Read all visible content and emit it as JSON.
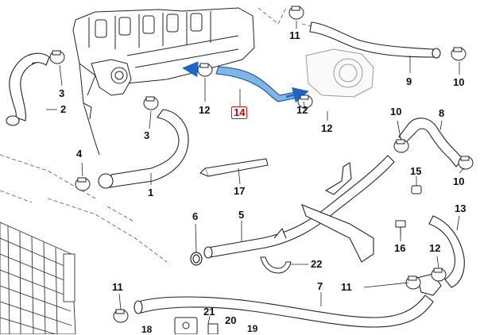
{
  "diagram": {
    "highlight_color": "#d11",
    "flow_arrow_color": "#1a67c6",
    "highlighted_part": "14",
    "callouts": [
      {
        "id": "c2",
        "label": "2"
      },
      {
        "id": "c3a",
        "label": "3"
      },
      {
        "id": "c3b",
        "label": "3"
      },
      {
        "id": "c4",
        "label": "4"
      },
      {
        "id": "c1",
        "label": "1"
      },
      {
        "id": "c11a",
        "label": "11"
      },
      {
        "id": "c12a",
        "label": "12"
      },
      {
        "id": "c14",
        "label": "14"
      },
      {
        "id": "c12b",
        "label": "12"
      },
      {
        "id": "c9",
        "label": "9"
      },
      {
        "id": "c10a",
        "label": "10"
      },
      {
        "id": "c8",
        "label": "8"
      },
      {
        "id": "c10b",
        "label": "10"
      },
      {
        "id": "c12c",
        "label": "12"
      },
      {
        "id": "c15",
        "label": "15"
      },
      {
        "id": "c10c",
        "label": "10"
      },
      {
        "id": "c17",
        "label": "17"
      },
      {
        "id": "c6",
        "label": "6"
      },
      {
        "id": "c5",
        "label": "5"
      },
      {
        "id": "c13",
        "label": "13"
      },
      {
        "id": "c16",
        "label": "16"
      },
      {
        "id": "c22",
        "label": "22"
      },
      {
        "id": "c12d",
        "label": "12"
      },
      {
        "id": "c11b",
        "label": "11"
      },
      {
        "id": "c11c",
        "label": "11"
      },
      {
        "id": "c7",
        "label": "7"
      },
      {
        "id": "c21",
        "label": "21"
      },
      {
        "id": "c20",
        "label": "20"
      },
      {
        "id": "c19",
        "label": "19"
      },
      {
        "id": "c18",
        "label": "18"
      }
    ]
  }
}
